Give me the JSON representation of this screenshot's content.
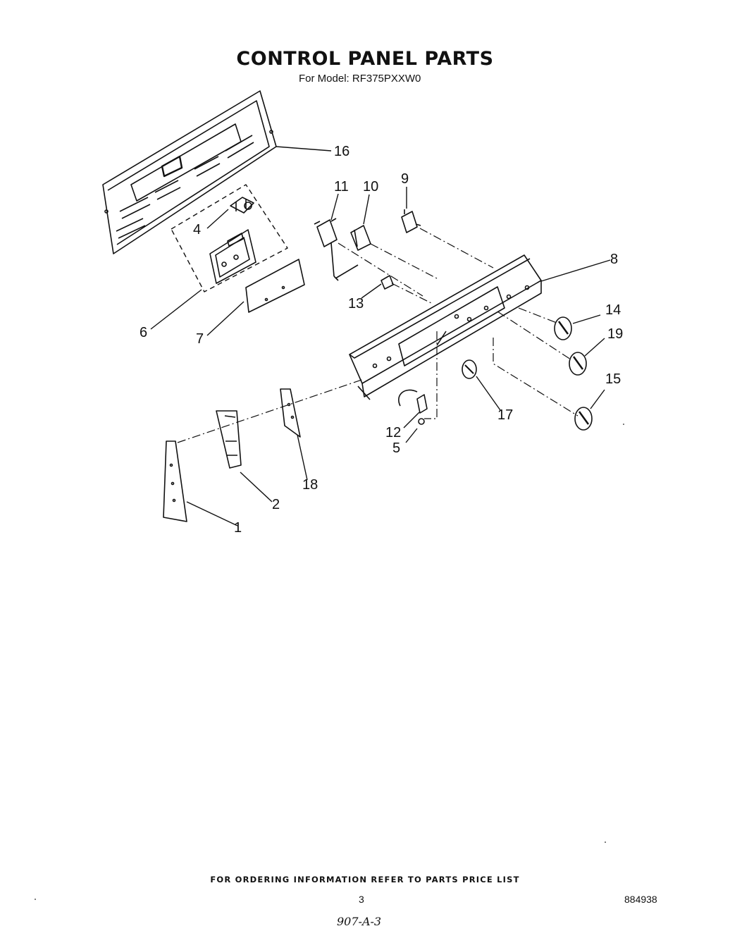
{
  "title": "CONTROL PANEL PARTS",
  "subtitle": "For Model: RF375PXXW0",
  "callouts": [
    "16",
    "11",
    "10",
    "9",
    "4",
    "8",
    "13",
    "14",
    "19",
    "6",
    "7",
    "15",
    "17",
    "12",
    "5",
    "18",
    "2",
    "1"
  ],
  "footer_note": "FOR ORDERING INFORMATION REFER TO PARTS PRICE LIST",
  "page_number": "3",
  "document_number": "884938",
  "handwritten_code": "907-A-3"
}
